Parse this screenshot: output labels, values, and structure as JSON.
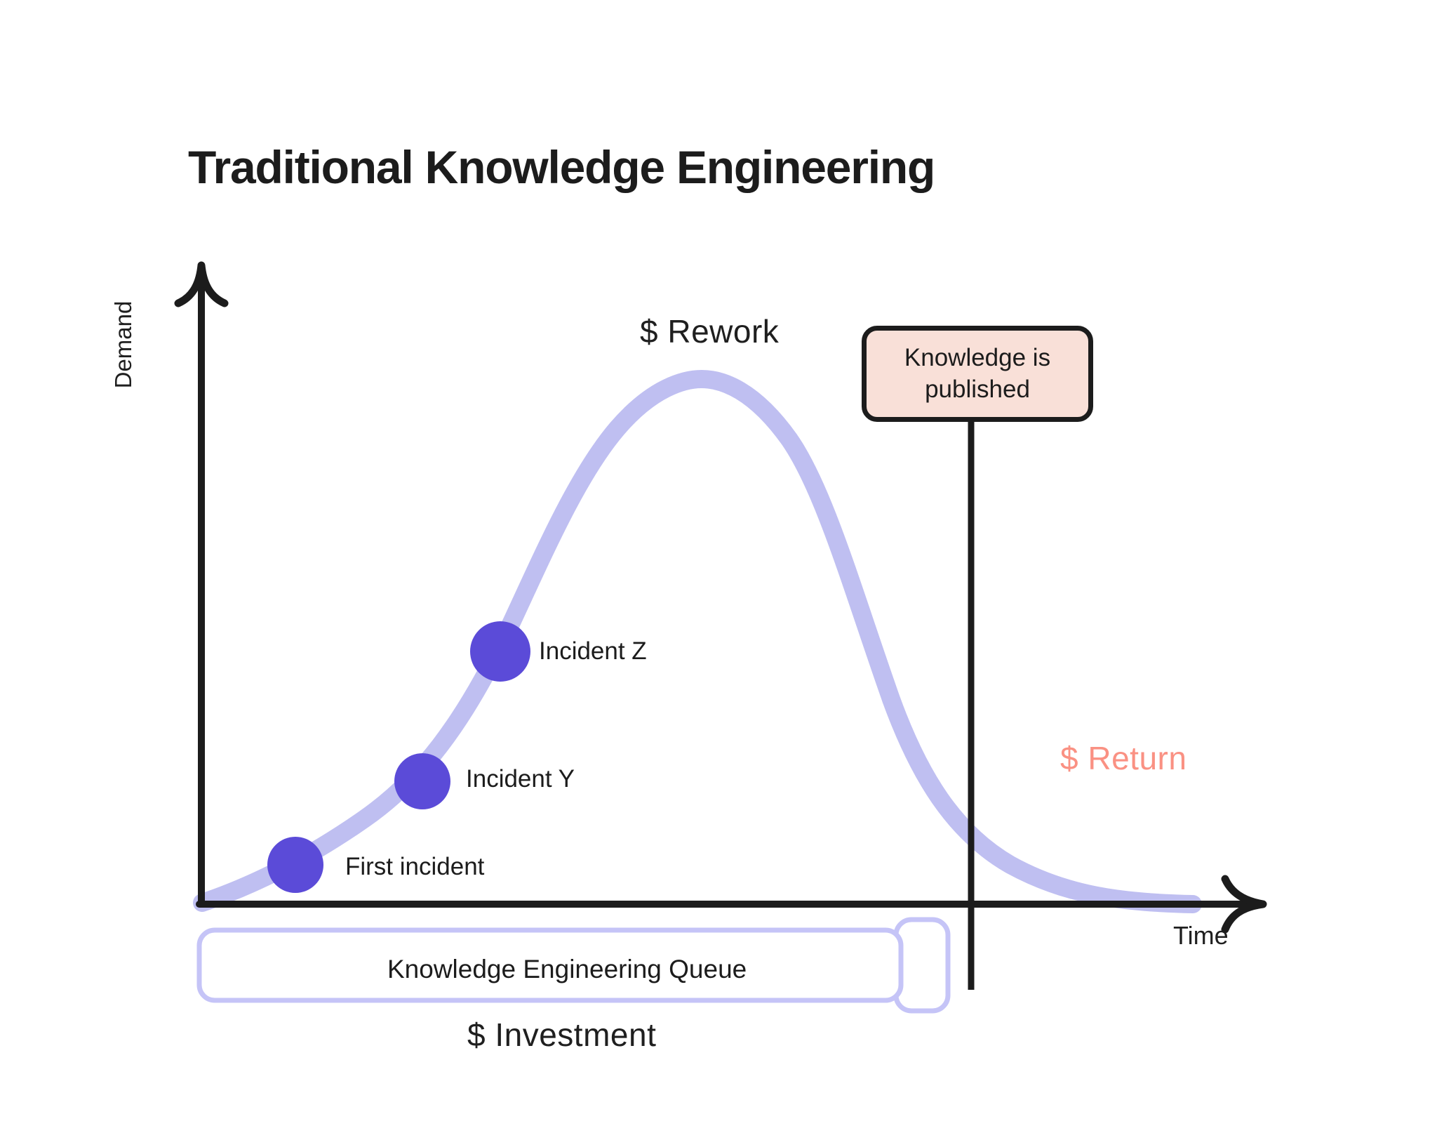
{
  "title": "Traditional Knowledge Engineering",
  "axes": {
    "y_label": "Demand",
    "x_label": "Time"
  },
  "annotations": {
    "rework": "$ Rework",
    "return": "$ Return",
    "investment": "$ Investment"
  },
  "callout": {
    "text": "Knowledge is\npublished"
  },
  "markers": [
    {
      "name": "first-incident",
      "label": "First incident",
      "cx": 421,
      "cy": 1232,
      "r": 40
    },
    {
      "name": "incident-y",
      "label": "Incident Y",
      "cx": 602,
      "cy": 1113,
      "r": 40
    },
    {
      "name": "incident-z",
      "label": "Incident Z",
      "cx": 713,
      "cy": 928,
      "r": 43
    }
  ],
  "queue": {
    "label": "Knowledge Engineering Queue"
  },
  "colors": {
    "curve": "#bfbff1",
    "marker": "#5b4bd8",
    "callout_fill": "#f9e0d8",
    "return_text": "#fa9183",
    "axis": "#1c1c1c",
    "queue_border": "#c5c4f7",
    "text": "#1c1c1c",
    "background": "#ffffff"
  },
  "chart_data": {
    "type": "line",
    "title": "Traditional Knowledge Engineering",
    "xlabel": "Time",
    "ylabel": "Demand",
    "grid": false,
    "legend": "none",
    "series": [
      {
        "name": "Demand",
        "description": "Demand rises slowly from origin, accelerates through successive incidents, peaks before knowledge is published, then decays toward zero after publication.",
        "points": [
          {
            "x": 0.0,
            "y": 0.0
          },
          {
            "x": 0.12,
            "y": 0.05
          },
          {
            "x": 0.22,
            "y": 0.12
          },
          {
            "x": 0.34,
            "y": 0.26
          },
          {
            "x": 0.44,
            "y": 0.5
          },
          {
            "x": 0.55,
            "y": 0.8
          },
          {
            "x": 0.66,
            "y": 0.97
          },
          {
            "x": 0.72,
            "y": 1.0
          },
          {
            "x": 0.8,
            "y": 0.92
          },
          {
            "x": 0.88,
            "y": 0.62
          },
          {
            "x": 0.95,
            "y": 0.33
          },
          {
            "x": 1.05,
            "y": 0.18
          },
          {
            "x": 1.2,
            "y": 0.08
          },
          {
            "x": 1.35,
            "y": 0.02
          },
          {
            "x": 1.45,
            "y": 0.0
          }
        ]
      }
    ],
    "events": [
      {
        "label": "First incident",
        "x": 0.18,
        "y": 0.09
      },
      {
        "label": "Incident Y",
        "x": 0.31,
        "y": 0.21
      },
      {
        "label": "Incident Z",
        "x": 0.4,
        "y": 0.37
      },
      {
        "label": "Knowledge is published",
        "x": 0.93,
        "y": null,
        "type": "vertical-marker"
      }
    ],
    "regions": [
      {
        "label": "$ Rework",
        "span": "before publication"
      },
      {
        "label": "$ Return",
        "span": "after publication"
      },
      {
        "label": "$ Investment",
        "span": "Knowledge Engineering Queue duration"
      }
    ]
  }
}
